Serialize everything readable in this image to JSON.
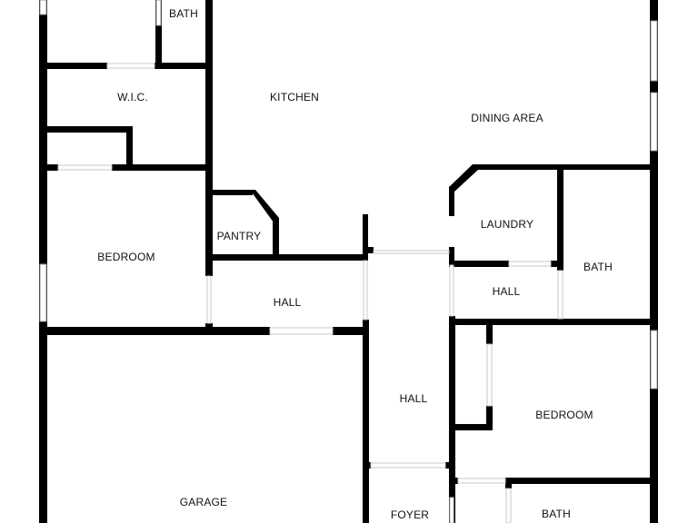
{
  "floorplan": {
    "rooms": {
      "bath_top": "BATH",
      "wic": "W.I.C.",
      "kitchen": "KITCHEN",
      "dining_area": "DINING AREA",
      "laundry": "LAUNDRY",
      "bath_right": "BATH",
      "pantry": "PANTRY",
      "bedroom_left": "BEDROOM",
      "hall_left": "HALL",
      "hall_right": "HALL",
      "hall_center": "HALL",
      "bedroom_right": "BEDROOM",
      "garage": "GARAGE",
      "foyer": "FOYER",
      "bath_bottom": "BATH"
    },
    "colors": {
      "wall": "#000000",
      "background": "#ffffff",
      "text": "#111111"
    }
  }
}
